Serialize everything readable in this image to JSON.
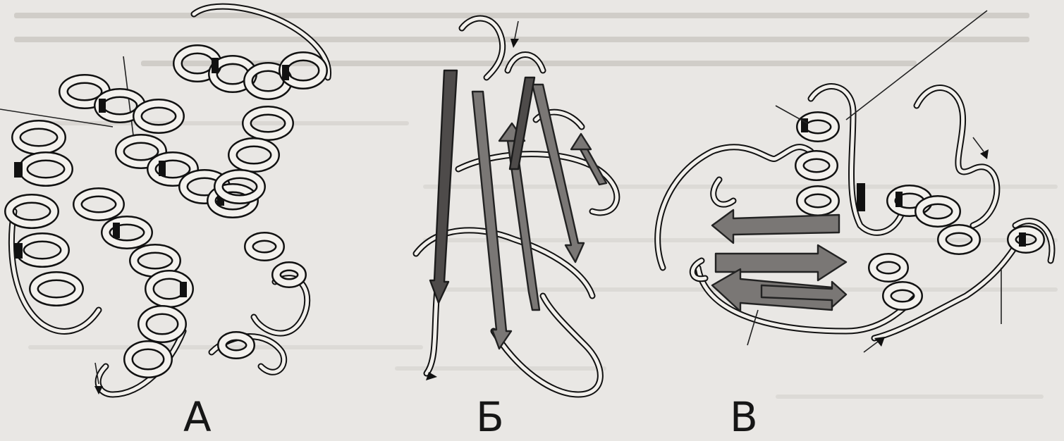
{
  "figure": {
    "panels": [
      {
        "label": "А",
        "icon": "alpha-helical-protein-ribbon"
      },
      {
        "label": "Б",
        "icon": "beta-sheet-protein-ribbon"
      },
      {
        "label": "В",
        "icon": "alpha-beta-protein-ribbon"
      }
    ]
  },
  "colors": {
    "background": "#e9e7e4",
    "ink": "#111111",
    "sheet_fill": "#7a7775",
    "sheet_dark_fill": "#4e4b4a"
  }
}
